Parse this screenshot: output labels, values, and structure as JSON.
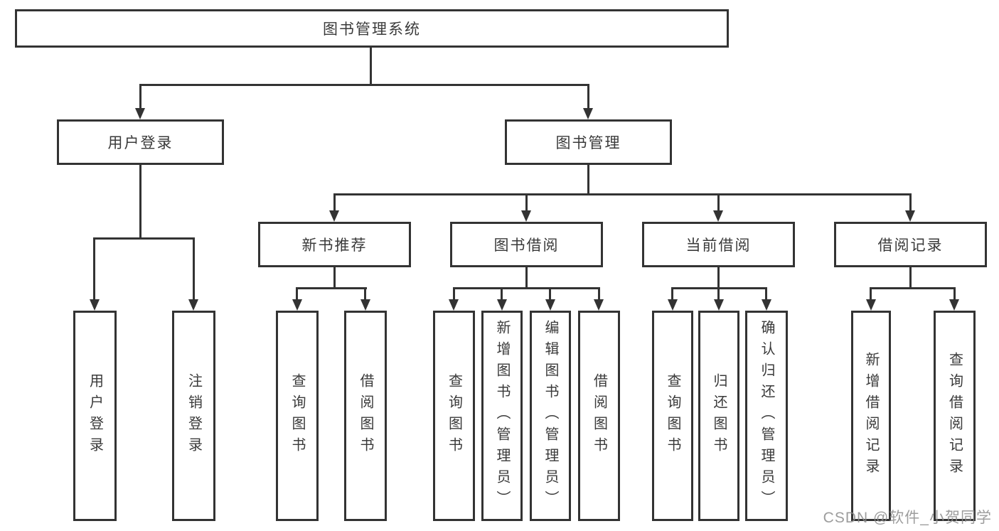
{
  "diagram": {
    "root": "图书管理系统",
    "level2": {
      "userLogin": "用户登录",
      "bookMgmt": "图书管理"
    },
    "level3": {
      "newBook": "新书推荐",
      "bookBorrow": "图书借阅",
      "currentBorrow": "当前借阅",
      "borrowRecord": "借阅记录"
    },
    "leaves": {
      "userLogin": [
        "用户登录",
        "注销登录"
      ],
      "newBook": [
        "查询图书",
        "借阅图书"
      ],
      "bookBorrow": [
        "查询图书",
        "新增图书（管理员）",
        "编辑图书（管理员）",
        "借阅图书"
      ],
      "currentBorrow": [
        "查询图书",
        "归还图书",
        "确认归还（管理员）"
      ],
      "borrowRecord": [
        "新增借阅记录",
        "查询借阅记录"
      ]
    }
  },
  "watermark": "CSDN @软件_小贺同学",
  "colors": {
    "line": "#333333",
    "text": "#3a3a3a",
    "watermark": "#8c8c8c",
    "background": "#ffffff"
  }
}
